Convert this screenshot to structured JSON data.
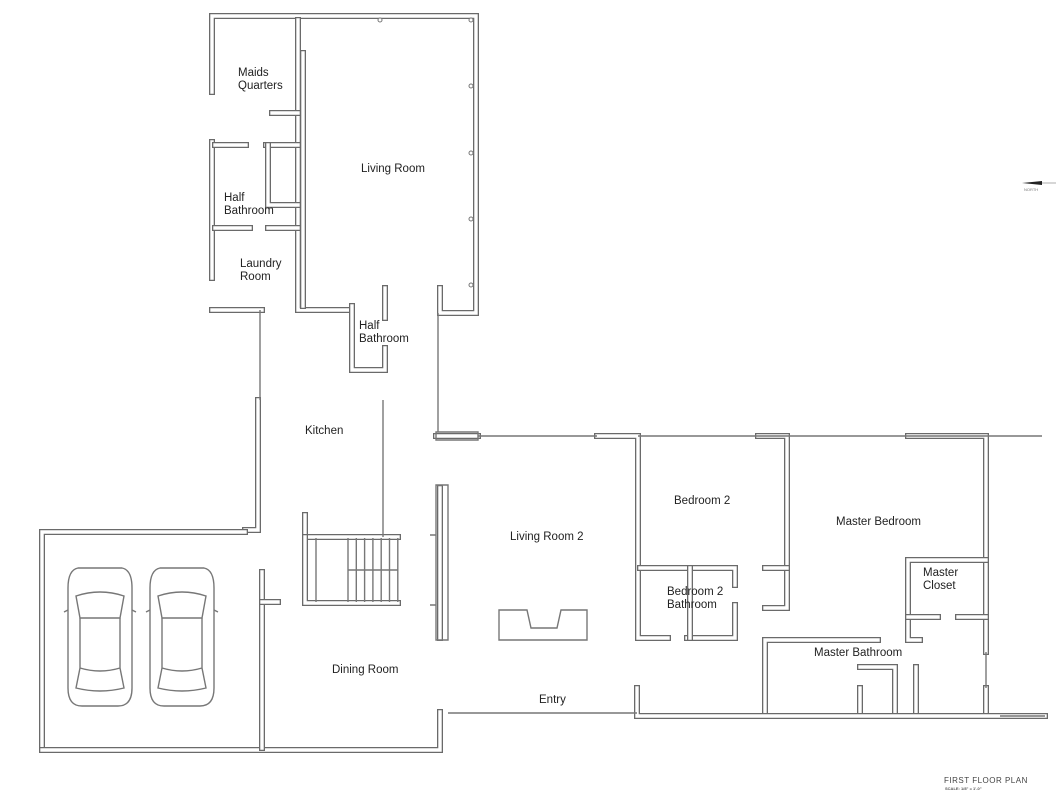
{
  "plan": {
    "title": "FIRST FLOOR PLAN",
    "scale": "SCALE: 1/8\" = 1'-0\"",
    "north_label": "NORTH",
    "rooms": {
      "maids_quarters": [
        "Maids",
        "Quarters"
      ],
      "half_bathroom_upper": [
        "Half",
        "Bathroom"
      ],
      "laundry_room": [
        "Laundry",
        "Room"
      ],
      "living_room": "Living Room",
      "half_bathroom_lower": [
        "Half",
        "Bathroom"
      ],
      "kitchen": "Kitchen",
      "living_room_2": "Living Room 2",
      "dining_room": "Dining Room",
      "entry": "Entry",
      "bedroom_2": "Bedroom 2",
      "bedroom_2_bathroom": [
        "Bedroom 2",
        "Bathroom"
      ],
      "master_bedroom": "Master Bedroom",
      "master_closet": [
        "Master",
        "Closet"
      ],
      "master_bathroom": "Master Bathroom"
    }
  }
}
